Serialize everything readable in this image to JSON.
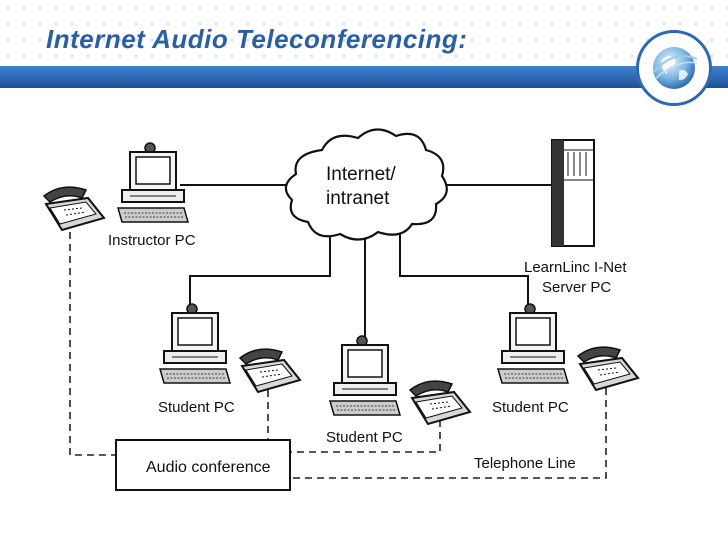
{
  "slide": {
    "title": "Internet Audio Teleconferencing:"
  },
  "diagram": {
    "cloud_line1": "Internet/",
    "cloud_line2": "intranet",
    "instructor_label": "Instructor PC",
    "server_label_line1": "LearnLinc I-Net",
    "server_label_line2": "Server PC",
    "student_left_label": "Student PC",
    "student_center_label": "Student PC",
    "student_right_label": "Student PC",
    "audio_conference_label": "Audio conference",
    "telephone_line_label": "Telephone Line"
  },
  "icons": {
    "logo": "globe-icon",
    "computer": "computer-icon",
    "telephone": "telephone-icon",
    "server": "server-tower-icon",
    "network": "cloud-icon"
  },
  "colors": {
    "title": "#2b5fa4",
    "bar": "#2d69b3"
  }
}
